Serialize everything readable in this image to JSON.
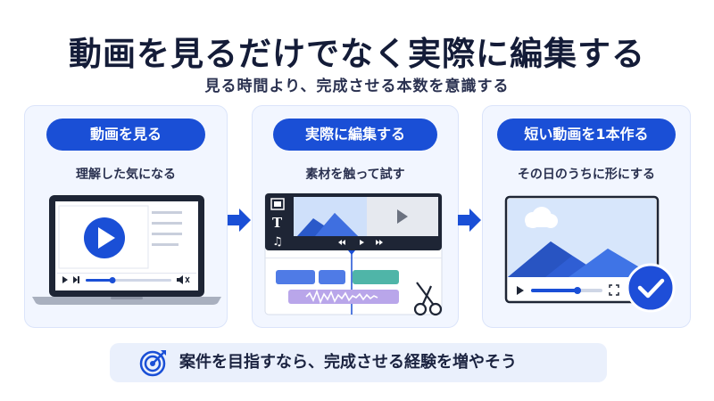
{
  "title": "動画を見るだけでなく実際に編集する",
  "subtitle": "見る時間より、完成させる本数を意識する",
  "steps": [
    {
      "label": "動画を見る",
      "caption": "理解した気になる",
      "illustration": "laptop-video-player"
    },
    {
      "label": "実際に編集する",
      "caption": "素材を触って試す",
      "illustration": "video-editor-timeline"
    },
    {
      "label": "短い動画を1本作る",
      "caption": "その日のうちに形にする",
      "illustration": "finished-video-check"
    }
  ],
  "bottom_message": "案件を目指すなら、完成させる経験を増やそう",
  "icons": [
    "play-icon",
    "skip-icon",
    "volume-icon",
    "film-icon",
    "text-icon",
    "music-icon",
    "scissors-icon",
    "fullscreen-icon",
    "checkmark-icon",
    "target-icon",
    "arrow-right-icon"
  ],
  "colors": {
    "accent": "#1a4fd6",
    "card_bg": "#f2f6ff",
    "clip_blue": "#4f7be6",
    "clip_teal": "#4fb5a8",
    "clip_purple": "#b9a6ea",
    "check_badge": "#1e4ed8"
  }
}
